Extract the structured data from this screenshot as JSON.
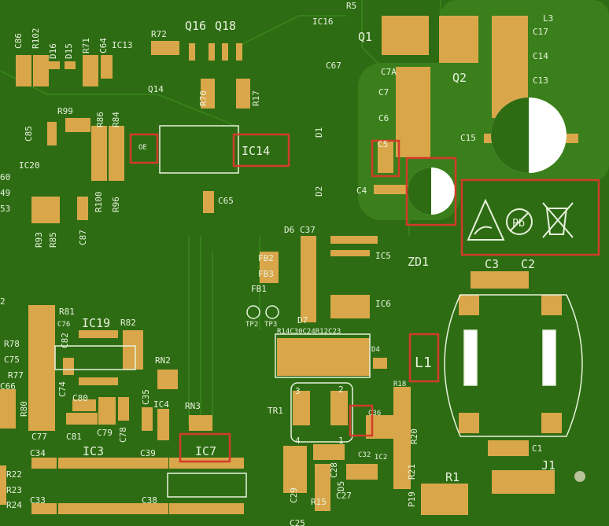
{
  "colors": {
    "board": "#2d6c13",
    "pad": "#d9a64a",
    "silk": "#e8f2dc",
    "highlight": "#d23b2a"
  },
  "labels": [
    "C86",
    "R102",
    "D16",
    "D15",
    "R71",
    "C64",
    "IC13",
    "R72",
    "Q16",
    "Q18",
    "Q14",
    "R70",
    "R17",
    "R99",
    "C85",
    "R86",
    "R84",
    "OE",
    "IC14",
    "IC20",
    "R100",
    "R96",
    "C65",
    "60",
    "49",
    "53",
    "R93",
    "R85",
    "C87",
    "R5",
    "IC16",
    "Q1",
    "C67",
    "C7A",
    "C7",
    "C6",
    "C5",
    "C4",
    "D1",
    "D2",
    "Q2",
    "L3",
    "C17",
    "C14",
    "C13",
    "C15",
    "D6",
    "C37",
    "FB2",
    "FB3",
    "FB1",
    "IC5",
    "ZD1",
    "C3",
    "C2",
    "IC6",
    "TP2",
    "TP3",
    "D7",
    "R14C30C24R12C23",
    "D4",
    "L1",
    "R18",
    "TR1",
    "C36",
    "R20",
    "C1",
    "J1",
    "R1",
    "C32",
    "IC2",
    "C28",
    "D5",
    "C29",
    "R21",
    "P19",
    "C27",
    "R15",
    "C25",
    "R81",
    "C76",
    "IC19",
    "R82",
    "C82",
    "R78",
    "C75",
    "R77",
    "C66",
    "C74",
    "C80",
    "R80",
    "C77",
    "C81",
    "C79",
    "C78",
    "RN2",
    "C35",
    "IC4",
    "RN3",
    "IC7",
    "C34",
    "IC3",
    "C39",
    "R22",
    "R23",
    "R24",
    "C33",
    "C38",
    "2",
    "3",
    "2",
    "4",
    "1"
  ],
  "symbols": {
    "pb_free_text": "Pb",
    "esd": "esd-warning-icon",
    "weee": "weee-bin-icon"
  }
}
